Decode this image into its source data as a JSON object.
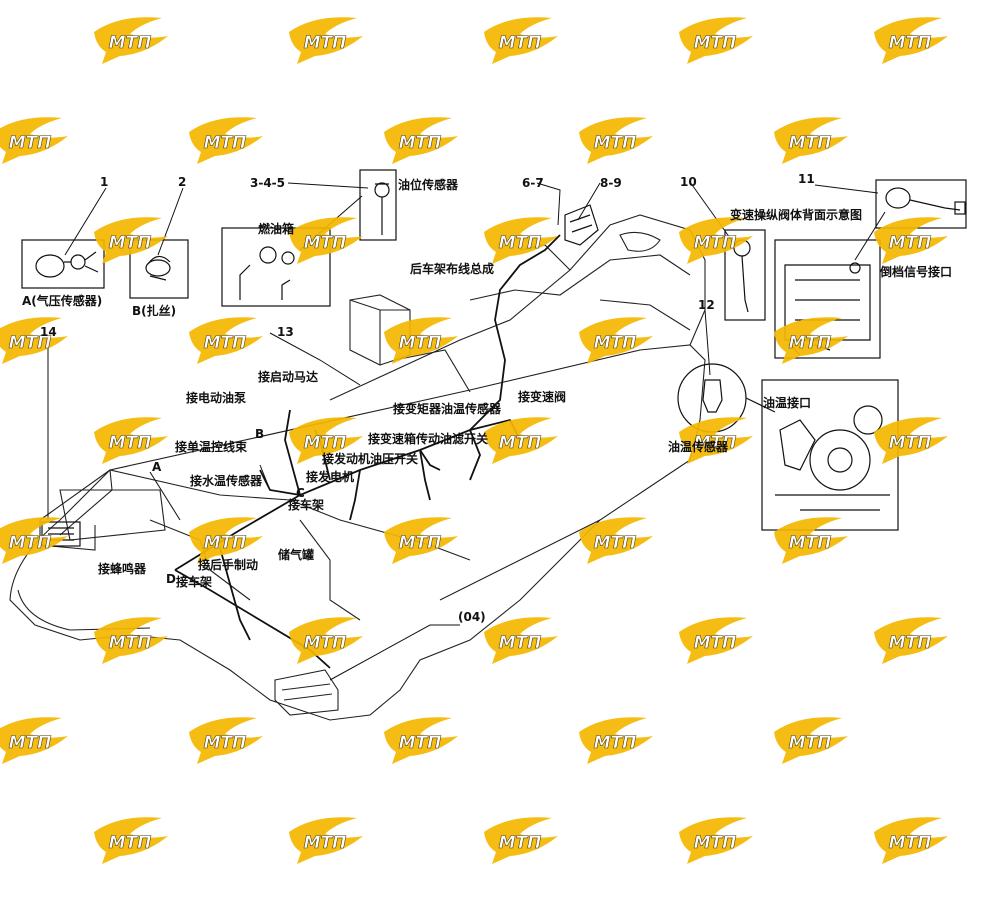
{
  "watermark": {
    "text": "МТП",
    "color": "#f5b800",
    "shadow": "#3a2a00"
  },
  "callouts": {
    "n1": "1",
    "n2": "2",
    "n345": "3-4-5",
    "n67": "6-7",
    "n89": "8-9",
    "n10": "10",
    "n11": "11",
    "n12": "12",
    "n13": "13",
    "n14": "14",
    "n04": "(04)",
    "a": "A",
    "b": "B",
    "c": "C",
    "d": "D"
  },
  "labels": {
    "air_pressure_sensor": "A(气压传感器)",
    "tie_wire": "B(扎丝)",
    "oil_level_sensor": "油位传感器",
    "fuel_tank": "燃油箱",
    "rear_frame_harness": "后车架布线总成",
    "transmission_valve_back": "变速操纵阀体背面示意图",
    "reverse_signal_port": "倒档信号接口",
    "starter_motor": "接启动马达",
    "electric_oil_pump": "接电动油泵",
    "torque_converter_oil_temp_sensor": "接变矩器油温传感器",
    "transmission_valve": "接变速阀",
    "single_temp_harness": "接单温控线束",
    "gearbox_filter_switch": "接变速箱传动油滤开关",
    "engine_oil_pressure_switch": "接发动机油压开关",
    "oil_temp_port": "油温接口",
    "oil_temp_sensor": "油温传感器",
    "water_temp_sensor": "接水温传感器",
    "generator": "接发电机",
    "to_frame_c": "接车架",
    "air_tank": "储气罐",
    "buzzer": "接蜂鸣器",
    "rear_handbrake": "接后手制动",
    "to_frame_d": "接车架"
  }
}
